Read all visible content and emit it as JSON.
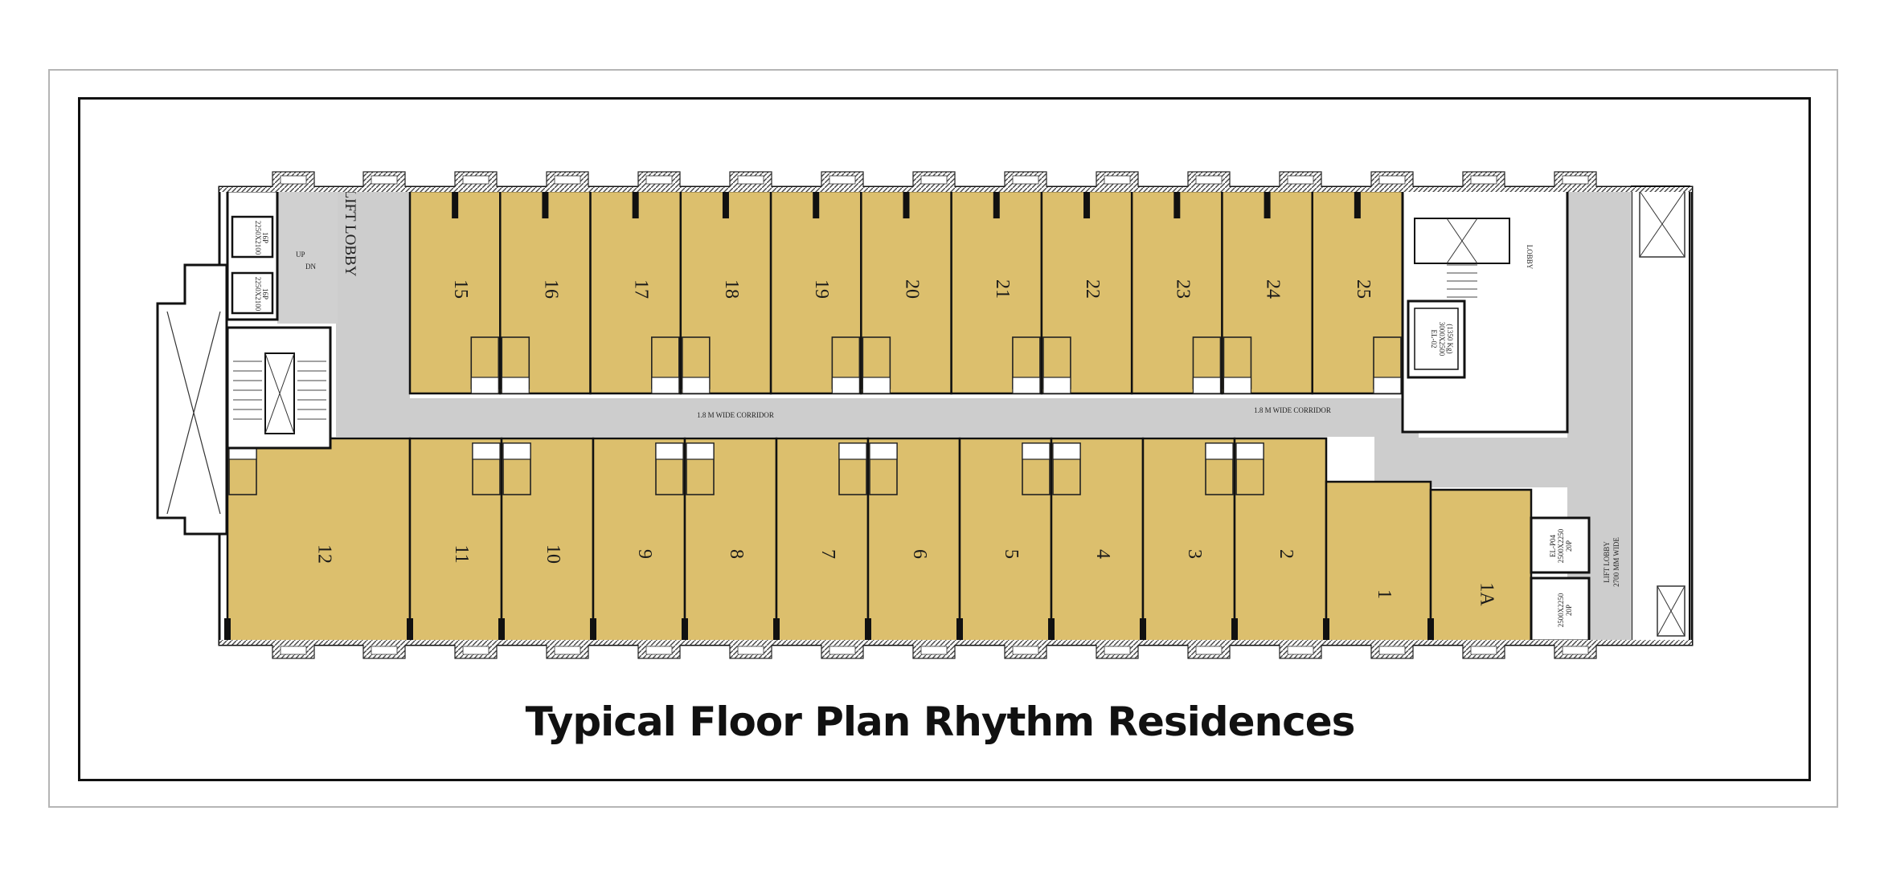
{
  "title": "Typical Floor Plan Rhythm Residences",
  "colors": {
    "unit": "#dcbf6d",
    "corridor": "#cdcdcd",
    "wall": "#111111",
    "balcony": "#555555"
  },
  "units_top": [
    "15",
    "16",
    "17",
    "18",
    "19",
    "20",
    "21",
    "22",
    "23",
    "24",
    "25"
  ],
  "units_bottom": [
    "12",
    "11",
    "10",
    "9",
    "8",
    "7",
    "6",
    "5",
    "4",
    "3",
    "2",
    "1",
    "1A"
  ],
  "labels": {
    "lift_lobby": "LIFT LOBBY",
    "corridor_left": "1.8 M WIDE CORRIDOR",
    "corridor_right": "1.8 M WIDE CORRIDOR",
    "lobby": "LOBBY",
    "lift_lobby_right": "LIFT LOBBY",
    "lift_lobby_right_width": "2700 MM WIDE",
    "lift1": "2250X2100",
    "lift1_cap": "16P",
    "lift2": "2250X2100",
    "lift2_cap": "16P",
    "up": "UP",
    "dn": "DN",
    "ll_lift": "EL-02",
    "ll_lift_size": "3000X2500",
    "ll_lift_cap": "(1350 Kg)",
    "rl_lift1_id": "EL-P04",
    "rl_lift1": "2500X2250",
    "rl_lift1_cap": "20P",
    "rl_lift2": "2500X2250",
    "rl_lift2_cap": "20P"
  }
}
